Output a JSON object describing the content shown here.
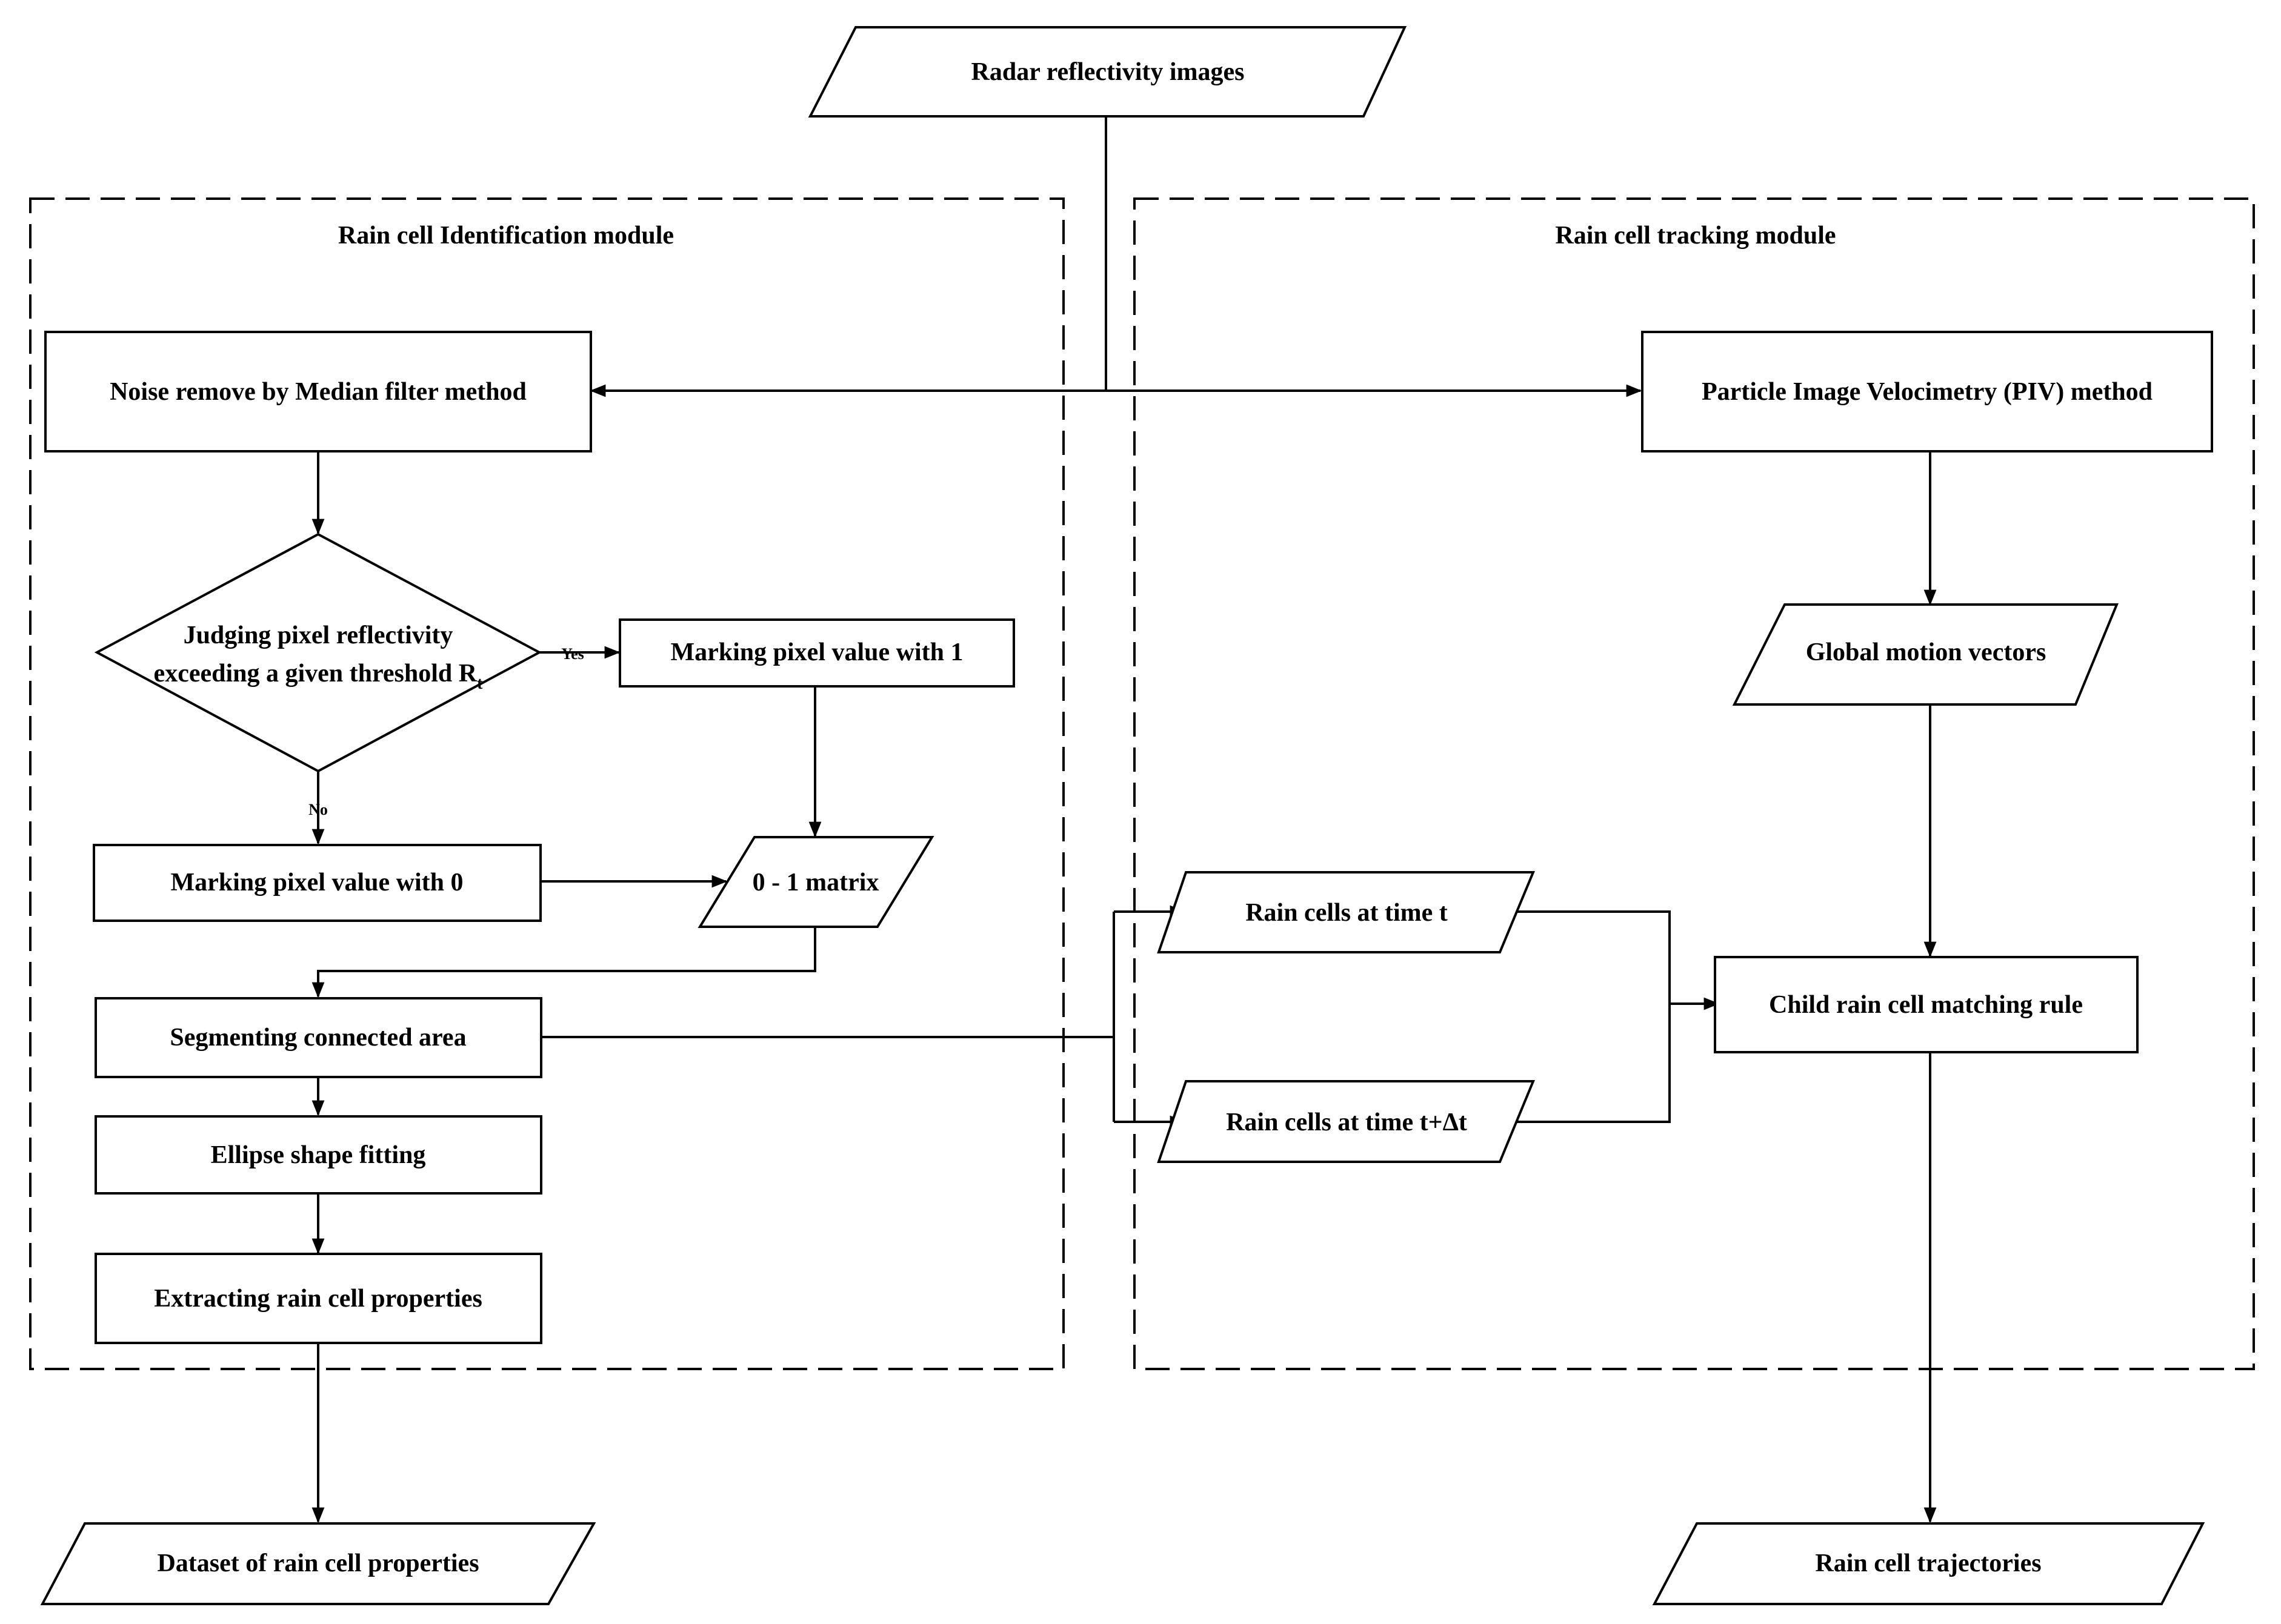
{
  "inputs": {
    "radar": "Radar reflectivity images"
  },
  "modules": {
    "identification": "Rain cell Identification module",
    "tracking": "Rain cell tracking module"
  },
  "steps": {
    "noise_remove": "Noise remove by Median filter method",
    "judge_line1": "Judging pixel reflectivity",
    "judge_line2": "exceeding a given threshold R",
    "judge_sub": "t",
    "mark_one": "Marking pixel value with 1",
    "mark_zero": "Marking pixel value with 0",
    "matrix": "0 - 1 matrix",
    "segment": "Segmenting connected area",
    "ellipse": "Ellipse shape fitting",
    "extract": "Extracting rain cell properties",
    "piv": "Particle Image Velocimetry (PIV) method",
    "global_motion": "Global motion vectors",
    "cells_t": "Rain cells at time t",
    "cells_tdt": "Rain cells at time t+Δt",
    "matching": "Child rain cell matching rule"
  },
  "decisions": {
    "yes": "Yes",
    "no": "No"
  },
  "outputs": {
    "dataset": "Dataset of rain cell properties",
    "trajectories": "Rain cell trajectories"
  }
}
